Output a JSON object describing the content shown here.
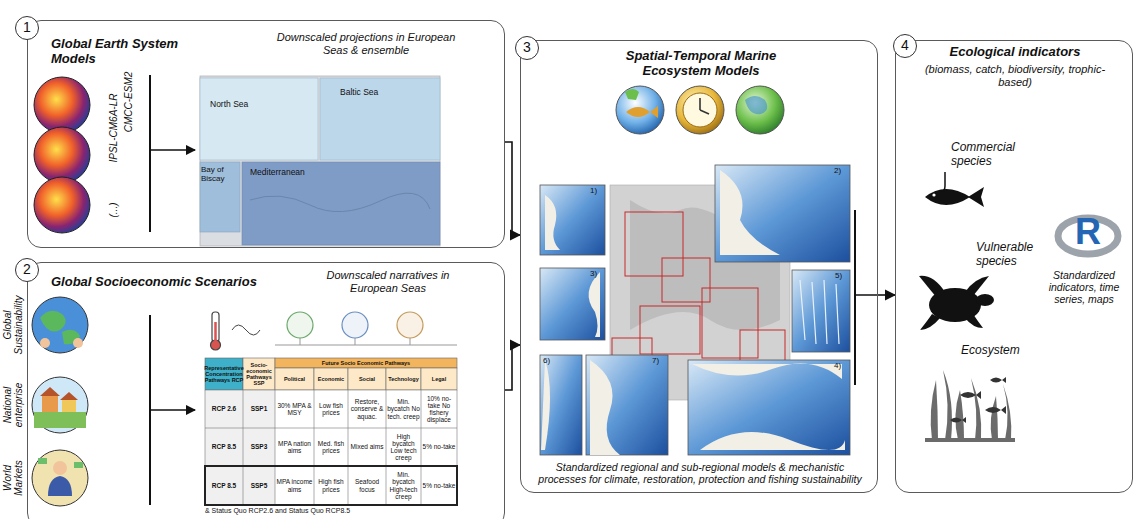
{
  "diagram": {
    "nodes": [
      {
        "text": [
          "Global Earth System Models",
          "Downscaled projections in European Seas & ensemble"
        ]
      },
      {
        "text": [
          "Global Socioeconomic Scenarios",
          "Downscaled narratives in European Seas"
        ]
      },
      {
        "text": [
          "Spatial-Temporal Marine Ecosystem Models",
          "Standardized regional and sub-regional models & mechanistic processes for climate, restoration, protection and fishing sustainability"
        ]
      },
      {
        "text": [
          "Ecological indicators",
          "(biomass, catch, biodiversity, trophic-based)",
          "Commercial species",
          "Vulnerable species",
          "Ecosystem",
          "Standardized indicators, time series, maps"
        ]
      }
    ],
    "edges": [
      {
        "from": 0,
        "to": 2,
        "arrow": "to"
      },
      {
        "from": 1,
        "to": 2,
        "arrow": "to"
      },
      {
        "from": 2,
        "to": 3,
        "arrow": "to"
      }
    ],
    "labels": [
      "1",
      "IPSL-CM6A-LR",
      "CMCC-ESM2",
      "(...)",
      "North Sea",
      "Baltic Sea",
      "Bay of Biscay",
      "Mediterranean",
      "2",
      "Global Sustainability",
      "National enterprise",
      "World Markets",
      "Representative Concentration Pathways RCP",
      "Future Socio Economic Pathways",
      "Socio-economic Pathways SSP",
      "Political",
      "Economic",
      "Social",
      "Technology",
      "Legal",
      "RCP 2.6",
      "SSP1",
      "30% MPA & MSY",
      "Low fish prices",
      "Restore, conserve & aquac.",
      "Min. bycatch No tech. creep",
      "10% no-take No fishery displace",
      "RCP 8.5",
      "SSP3",
      "MPA nation aims",
      "Med. fish prices",
      "Mixed aims",
      "High bycatch Low tech creep",
      "5% no-take",
      "RCP 8.5",
      "SSP5",
      "MPA income aims",
      "High fish prices",
      "Seafood focus",
      "Min. bycatch High-tech creep",
      "5% no-take",
      "& Status Quo RCP2.6 and Status Quo RCP8.5",
      "3",
      "1)",
      "2)",
      "3)",
      "5)",
      "6)",
      "7)",
      "4)",
      "4",
      "R"
    ]
  }
}
